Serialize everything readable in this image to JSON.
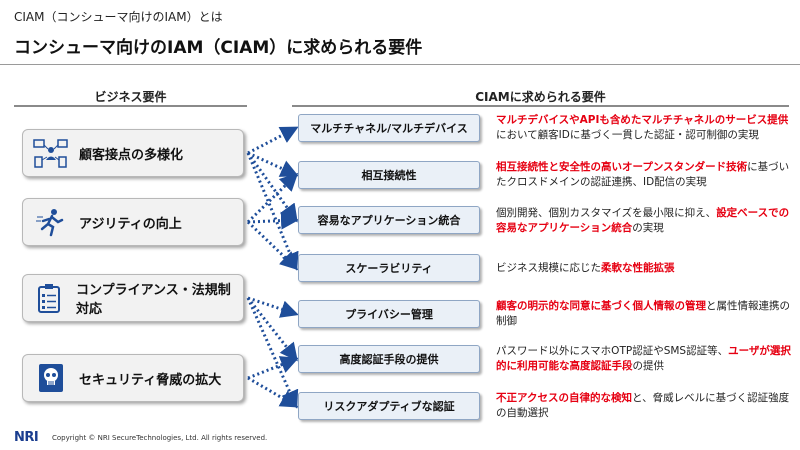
{
  "header": {
    "eyebrow": "CIAM（コンシューマ向けのIAM）とは",
    "title": "コンシューマ向けのIAM（CIAM）に求められる要件"
  },
  "columns": {
    "left": "ビジネス要件",
    "right": "CIAMに求められる要件"
  },
  "business": [
    {
      "label": "顧客接点の多様化",
      "icon": "omnichannel-icon"
    },
    {
      "label": "アジリティの向上",
      "icon": "running-person-icon"
    },
    {
      "label": "コンプライアンス・法規制対応",
      "icon": "clipboard-checklist-icon"
    },
    {
      "label": "セキュリティ脅威の拡大",
      "icon": "skull-threat-icon"
    }
  ],
  "requirements": [
    {
      "label": "マルチチャネル/マルチデバイス",
      "desc": [
        {
          "t": "マルチデバイスやAPIも含めたマルチチャネルのサービス提供",
          "hl": true
        },
        {
          "t": "において顧客IDに基づく一貫した認証・認可制御の実現",
          "hl": false
        }
      ]
    },
    {
      "label": "相互接続性",
      "desc": [
        {
          "t": "相互接続性と安全性の高いオープンスタンダード技術",
          "hl": true
        },
        {
          "t": "に基づいたクロスドメインの認証連携、ID配信の実現",
          "hl": false
        }
      ]
    },
    {
      "label": "容易なアプリケーション統合",
      "desc": [
        {
          "t": "個別開発、個別カスタマイズを最小限に抑え、",
          "hl": false
        },
        {
          "t": "設定ベースでの容易なアプリケーション統合",
          "hl": true
        },
        {
          "t": "の実現",
          "hl": false
        }
      ]
    },
    {
      "label": "スケーラビリティ",
      "desc": [
        {
          "t": "ビジネス規模に応じた",
          "hl": false
        },
        {
          "t": "柔軟な性能拡張",
          "hl": true
        }
      ]
    },
    {
      "label": "プライバシー管理",
      "desc": [
        {
          "t": "顧客の明示的な同意に基づく個人情報の管理",
          "hl": true
        },
        {
          "t": "と属性情報連携の制御",
          "hl": false
        }
      ]
    },
    {
      "label": "高度認証手段の提供",
      "desc": [
        {
          "t": "パスワード以外にスマホOTP認証やSMS認証等、",
          "hl": false
        },
        {
          "t": "ユーザが選択的に利用可能な高度認証手段",
          "hl": true
        },
        {
          "t": "の提供",
          "hl": false
        }
      ]
    },
    {
      "label": "リスクアダプティブな認証",
      "desc": [
        {
          "t": "不正アクセスの自律的な検知",
          "hl": true
        },
        {
          "t": "と、脅威レベルに基づく認証強度の自動選択",
          "hl": false
        }
      ]
    }
  ],
  "footer": {
    "logo": "NRI",
    "copyright": "Copyright © NRI SecureTechnologies, Ltd. All rights reserved."
  },
  "colors": {
    "highlight": "#e60012",
    "connector": "#1f4e9a",
    "requirement_fill": "#eaf0f7"
  }
}
